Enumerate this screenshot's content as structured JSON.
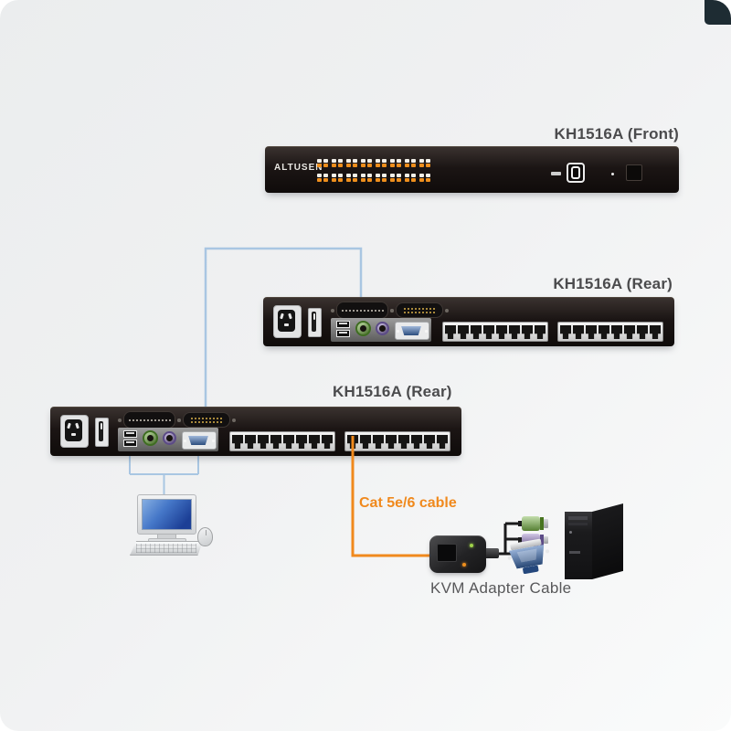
{
  "page": {
    "corner_tab_color": "#1e2c33"
  },
  "labels": {
    "front_unit": "KH1516A (Front)",
    "middle_unit": "KH1516A (Rear)",
    "lower_unit": "KH1516A (Rear)",
    "cat_cable": "Cat 5e/6 cable",
    "adapter": "KVM Adapter Cable",
    "brand": "ALTUSEN"
  },
  "front_panel": {
    "led_rows": 2,
    "led_groups_per_row": 8,
    "leds_per_group": 2
  },
  "rear_panel": {
    "rj45_banks": 2,
    "ports_per_bank": 8,
    "daisy1_pins": 12,
    "daisy2_pin_rows": 2,
    "daisy2_pins_per_row": 9
  },
  "colors": {
    "corner": "#1e2c33",
    "label_color": "#4b4b4d",
    "cable_blue": "#a9c6e2",
    "cable_orange": "#f0891d",
    "cable_black": "#1b1b1c",
    "led_orange": "#ef8f1d",
    "led_white": "#f2efe8",
    "ps2_green": "#7ab648",
    "ps2_purple": "#9b84c9",
    "vga_blue": "#3f6fb5"
  }
}
